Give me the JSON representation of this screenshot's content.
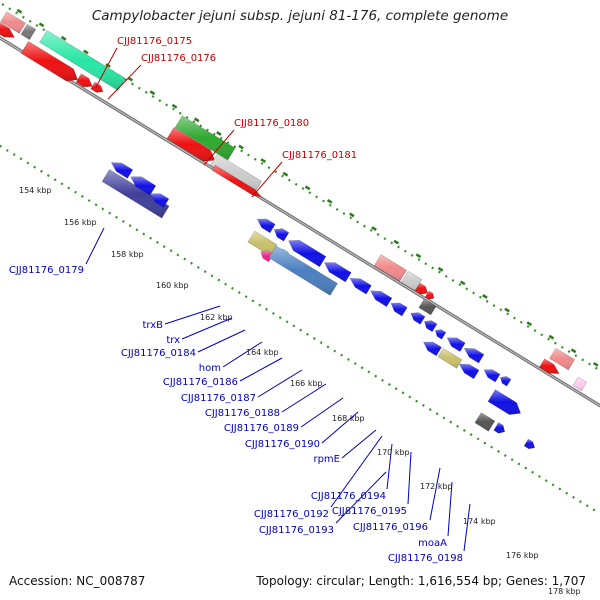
{
  "title": "Campylobacter jejuni subsp. jejuni 81-176, complete genome",
  "footer": {
    "accession": "Accession: NC_008787",
    "stats": "Topology: circular; Length: 1,616,554 bp; Genes: 1,707"
  },
  "colors": {
    "forward_label": "#c00000",
    "reverse_label": "#0000c0",
    "backbone": "#8c8c8c",
    "tick": "#2e7d1e",
    "minor_tick": "#3a8f2a"
  },
  "kbp_ticks": [
    {
      "label": "154 kbp"
    },
    {
      "label": "156 kbp"
    },
    {
      "label": "158 kbp"
    },
    {
      "label": "160 kbp"
    },
    {
      "label": "162 kbp"
    },
    {
      "label": "164 kbp"
    },
    {
      "label": "166 kbp"
    },
    {
      "label": "168 kbp"
    },
    {
      "label": "170 kbp"
    },
    {
      "label": "172 kbp"
    },
    {
      "label": "174 kbp"
    },
    {
      "label": "176 kbp"
    },
    {
      "label": "178 kbp"
    }
  ],
  "forward_labels": [
    "CJJ81176_0175",
    "CJJ81176_0176",
    "CJJ81176_0180",
    "CJJ81176_0181"
  ],
  "reverse_labels": [
    "CJJ81176_0179",
    "trxB",
    "trx",
    "CJJ81176_0184",
    "hom",
    "CJJ81176_0186",
    "CJJ81176_0187",
    "CJJ81176_0188",
    "CJJ81176_0189",
    "CJJ81176_0190",
    "rpmE",
    "CJJ81176_0194",
    "CJJ81176_0192",
    "CJJ81176_0195",
    "CJJ81176_0193",
    "CJJ81176_0196",
    "moaA",
    "CJJ81176_0198"
  ]
}
